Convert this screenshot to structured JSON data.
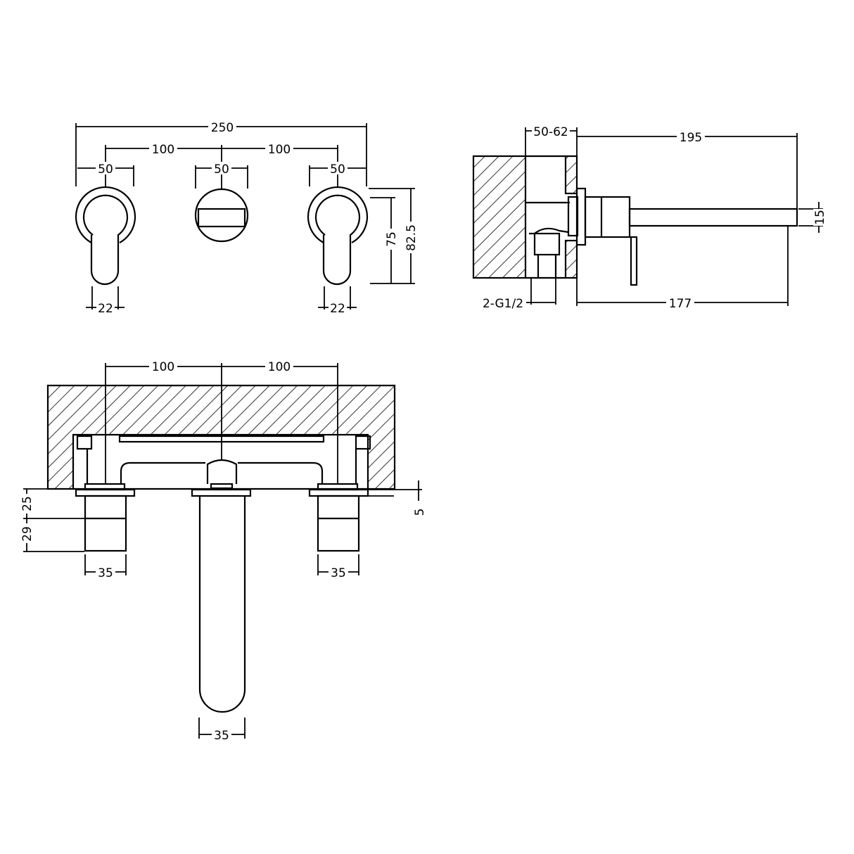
{
  "diagram": {
    "type": "technical-dimension-drawing",
    "subject": "wall-mounted 3-hole basin mixer tap",
    "stroke_color": "#000000",
    "background": "#ffffff",
    "front_view": {
      "overall_width": "250",
      "centre_left": "100",
      "centre_right": "100",
      "left_handle_plate": "50",
      "spout_plate": "50",
      "right_handle_plate": "50",
      "left_handle_width": "22",
      "right_handle_width": "22",
      "handle_height": "75",
      "plate_height": "82.5"
    },
    "side_view": {
      "wall_depth": "50-62",
      "spout_projection": "195",
      "spout_thickness": "15",
      "outlet_reach": "177",
      "inlet": "2-G1/2"
    },
    "top_view": {
      "centre_left": "100",
      "centre_right": "100",
      "body_height_upper": "25",
      "body_height_lower": "29",
      "plate_offset": "5",
      "left_body_width": "35",
      "right_body_width": "35",
      "spout_width": "35"
    }
  }
}
